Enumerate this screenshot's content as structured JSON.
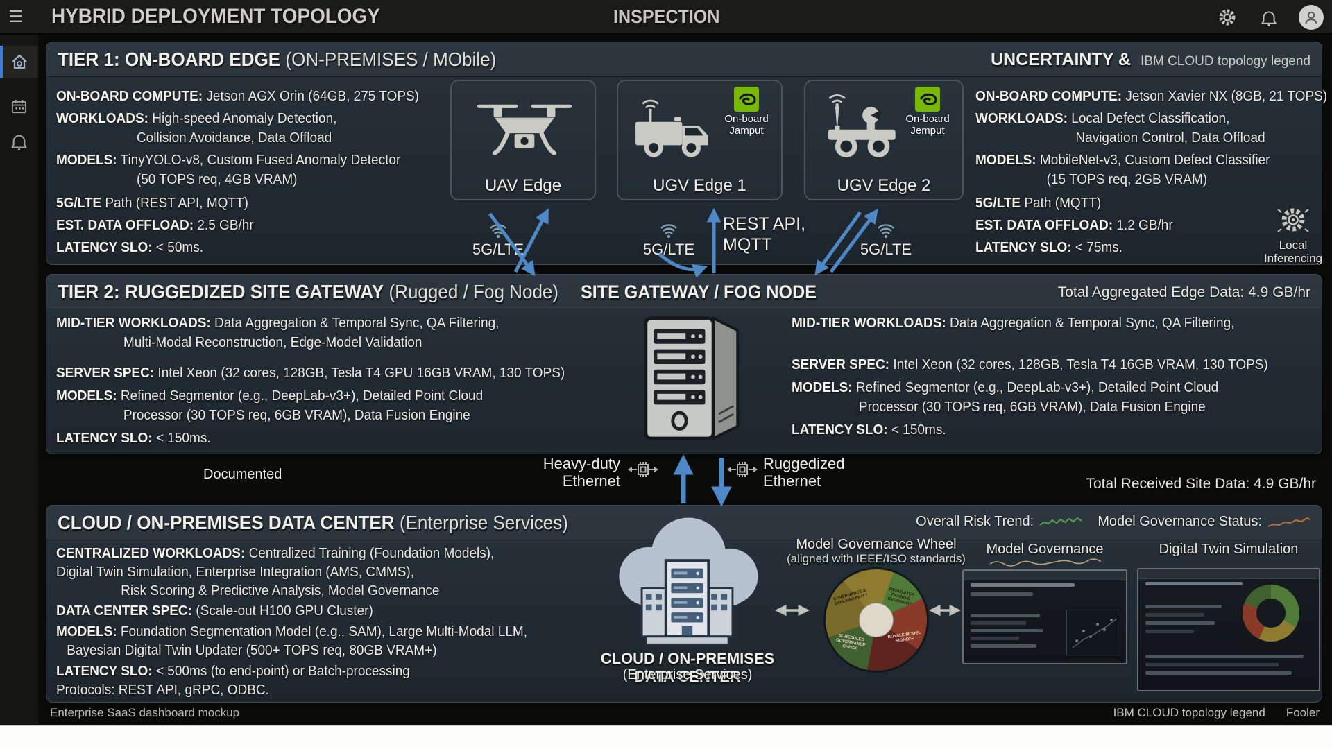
{
  "colors": {
    "accent_blue": "#4e88c6",
    "nvidia_green": "#76b900",
    "panel_bg": "#222d34",
    "risk_green": "#5a9e4f",
    "status_orange": "#c4703a"
  },
  "icons": {
    "menu": "☰"
  },
  "header": {
    "title": "HYBRID DEPLOYMENT TOPOLOGY",
    "center_title": "INSPECTION"
  },
  "tier1": {
    "title_bold": "TIER 1: ON-BOARD EDGE",
    "title_rest": " (ON-PREMISES / MObile)",
    "right_title_bold": "UNCERTAINTY &",
    "right_title_note": "IBM CLOUD topology legend",
    "left": {
      "compute_label": "ON-BOARD COMPUTE:",
      "compute": " Jetson AGX Orin (64GB, 275 TOPS)",
      "workloads_label": "WORKLOADS:",
      "workloads": " High-speed Anomaly Detection,",
      "workloads2": "Collision Avoidance, Data Offload",
      "models_label": "MODELS:",
      "models": " TinyYOLO-v8, Custom Fused Anomaly Detector",
      "models2": "(50 TOPS req, 4GB VRAM)",
      "path_label": "5G/LTE",
      "path": " Path (REST API, MQTT)",
      "offload_label": "EST. DATA OFFLOAD:",
      "offload": " 2.5 GB/hr",
      "latency_label": "LATENCY SLO:",
      "latency": " < 50ms."
    },
    "right": {
      "compute_label": "ON-BOARD COMPUTE:",
      "compute": " Jetson Xavier NX (8GB, 21 TOPS)",
      "workloads_label": "WORKLOADS:",
      "workloads": " Local Defect Classification,",
      "workloads2": "Navigation Control, Data Offload",
      "models_label": "MODELS:",
      "models": " MobileNet-v3, Custom Defect Classifier",
      "models2": "(15 TOPS req, 2GB VRAM)",
      "path_label": "5G/LTE",
      "path": " Path (MQTT)",
      "offload_label": "EST. DATA OFFLOAD:",
      "offload": " 1.2 GB/hr",
      "latency_label": "LATENCY SLO:",
      "latency": " < 75ms."
    },
    "vehicles": [
      {
        "name": "UAV Edge",
        "badge": ""
      },
      {
        "name": "UGV Edge 1",
        "badge": "On-board Jamput"
      },
      {
        "name": "UGV Edge 2",
        "badge": "On-board Jemput"
      }
    ],
    "links": {
      "g5_1": "5G/LTE",
      "g5_2": "5G/LTE",
      "g5_3": "5G/LTE",
      "rest_line1": "REST API,",
      "rest_line2": "MQTT"
    },
    "local_inferencing": "Local Inferencing"
  },
  "tier2": {
    "title_bold": "TIER 2: RUGGEDIZED SITE GATEWAY",
    "title_rest": " (Rugged / Fog Node)",
    "center_title": "SITE GATEWAY / FOG NODE",
    "right_note": "Total Aggregated Edge Data: 4.9 GB/hr",
    "left": {
      "workloads_label": "MID-TIER WORKLOADS:",
      "workloads": " Data Aggregation & Temporal Sync, QA Filtering,",
      "workloads2": "Multi-Modal Reconstruction, Edge-Model Validation",
      "server_label": "SERVER SPEC:",
      "server": " Intel Xeon (32 cores, 128GB, Tesla T4 GPU 16GB VRAM, 130 TOPS)",
      "models_label": "MODELS:",
      "models": " Refined Segmentor (e.g., DeepLab-v3+), Detailed Point Cloud",
      "models2": "Processor (30 TOPS req, 6GB VRAM), Data Fusion Engine",
      "latency_label": "LATENCY SLO:",
      "latency": " < 150ms."
    },
    "right": {
      "workloads_label": "MID-TIER WORKLOADS:",
      "workloads": " Data Aggregation & Temporal Sync, QA Filtering,",
      "server_label": "SERVER SPEC:",
      "server": " Intel Xeon (32 cores, 128GB, Tesla T4 16GB VRAM, 130 TOPS)",
      "models_label": "MODELS:",
      "models": " Refined Segmentor (e.g., DeepLab-v3+), Detailed Point Cloud",
      "models2": "Processor (30 TOPS req, 6GB VRAM), Data Fusion Engine",
      "latency_label": "LATENCY SLO:",
      "latency": " < 150ms."
    }
  },
  "interconnect": {
    "documented": "Documented",
    "left_link_line1": "Heavy-duty",
    "left_link_line2": "Ethernet",
    "right_link_line1": "Ruggedized",
    "right_link_line2": "Ethernet",
    "right_note": "Total Received Site Data: 4.9 GB/hr"
  },
  "tier3": {
    "title_bold": "CLOUD / ON-PREMISES DATA CENTER",
    "title_rest": " (Enterprise Services)",
    "risk_label": "Overall Risk Trend:",
    "status_label": "Model Governance Status:",
    "left": {
      "workloads_label": "CENTRALIZED WORKLOADS:",
      "workloads": " Centralized Training (Foundation Models),",
      "workloads2": "Digital Twin Simulation, Enterprise Integration (AMS, CMMS),",
      "workloads3": "Risk Scoring & Predictive Analysis, Model Governance",
      "spec_label": "DATA CENTER SPEC:",
      "spec": " (Scale-out H100 GPU Cluster)",
      "models_label": "MODELS:",
      "models": " Foundation Segmentation Model (e.g., SAM), Large Multi-Modal LLM,",
      "models2": "Bayesian Digital Twin Updater (500+ TOPS req, 80GB VRAM+)",
      "latency_label": "LATENCY SLO:",
      "latency": " < 500ms (to end-point) or Batch-processing",
      "protocols": "Protocols: REST API, gRPC, ODBC."
    },
    "center_label_bold": "CLOUD / ON-PREMISES DATA CENTER",
    "center_label_sub": "(Enterprise Services)",
    "wheel_title": "Model Governance Wheel",
    "wheel_subtitle": "(aligned with IEEE/ISO standards)",
    "wheel_labels": [
      "GOVERNANCE & EXPLAINABILITY",
      "REGULATED TRAINING OVERSIGHT",
      "ROYALE MODEL SIGNOFF",
      "SCHEDULED GOVERNANCE CHECK"
    ],
    "thumb1_label": "Model Governance",
    "thumb2_label": "Digital Twin Simulation"
  },
  "footer": {
    "left": "Enterprise SaaS dashboard mockup",
    "right1": "IBM CLOUD topology legend",
    "right2": "Fooler"
  }
}
